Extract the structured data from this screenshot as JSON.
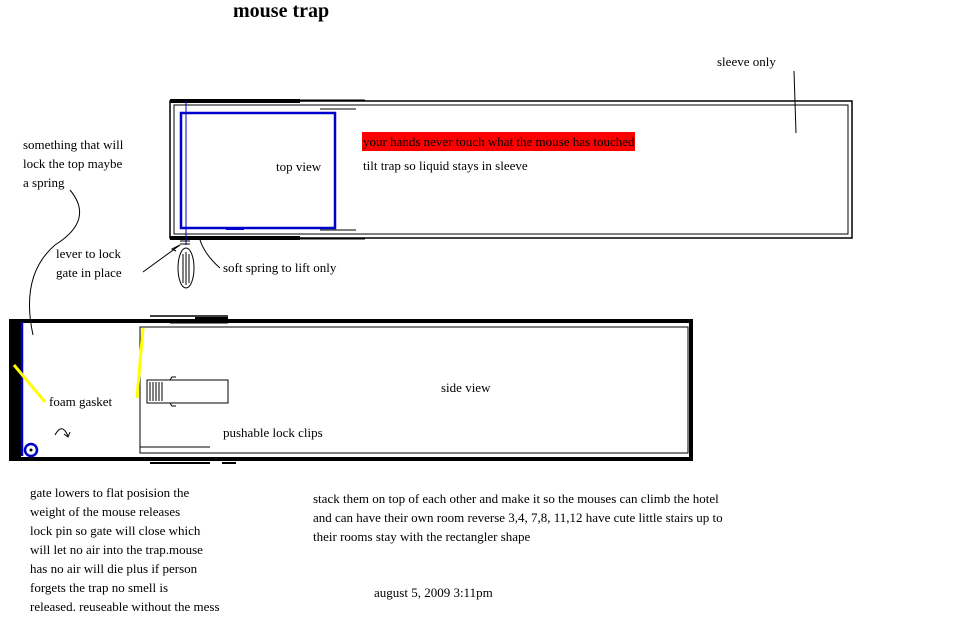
{
  "title": "mouse trap",
  "labels": {
    "sleeve_only": "sleeve only",
    "hands_never_touch": "your hands never touch what the mouse has touched",
    "top_view": "top view",
    "tilt_trap": "tilt trap so liquid stays in sleeve",
    "lock_top": [
      "something that will",
      "lock the top maybe",
      "a spring"
    ],
    "lever": [
      "lever to lock",
      "gate in place"
    ],
    "soft_spring": "soft spring to lift only",
    "side_view": "side view",
    "foam_gasket": "foam gasket",
    "lock_clips": "pushable lock clips",
    "gate_note": [
      "gate lowers to flat posision the",
      "weight of the mouse releases",
      "lock pin so gate will close which",
      "will let no air into the trap.mouse",
      "has no air will die plus if person",
      "forgets the trap no smell is",
      "released. reuseable without the mess"
    ],
    "stack_note": [
      "stack them on top of each other and make it so the mouses can climb the hotel",
      "and can have their own room reverse 3,4, 7,8, 11,12 have cute little stairs up to",
      "their rooms stay with the rectangler shape"
    ],
    "date": "august 5, 2009 3:11pm"
  },
  "colors": {
    "highlight": "#ff0000",
    "gate_blue": "#0000cc",
    "gasket_yellow": "#ffff00",
    "ink": "#000000"
  }
}
